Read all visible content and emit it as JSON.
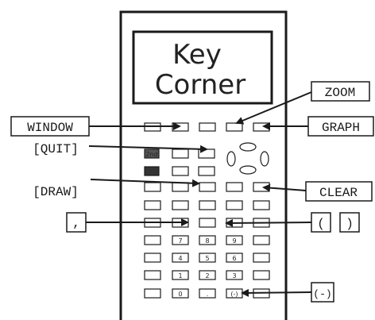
{
  "screen": {
    "line1": "Key",
    "line2": "Corner"
  },
  "callouts": {
    "zoom": "ZOOM",
    "window": "WINDOW",
    "graph": "GRAPH",
    "quit": "[QUIT]",
    "draw": "[DRAW]",
    "clear": "CLEAR",
    "comma": ",",
    "paren_open": "(",
    "paren_close": ")",
    "negative": "(-)"
  },
  "keys": {
    "second": "2nd",
    "row7": [
      "7",
      "8",
      "9"
    ],
    "row4": [
      "4",
      "5",
      "6"
    ],
    "row1": [
      "1",
      "2",
      "3"
    ],
    "row0": [
      "0",
      ".",
      "(-)"
    ]
  },
  "colors": {
    "ink": "#1a1a1a",
    "second_key": "#555555",
    "alpha_key": "#333333"
  }
}
